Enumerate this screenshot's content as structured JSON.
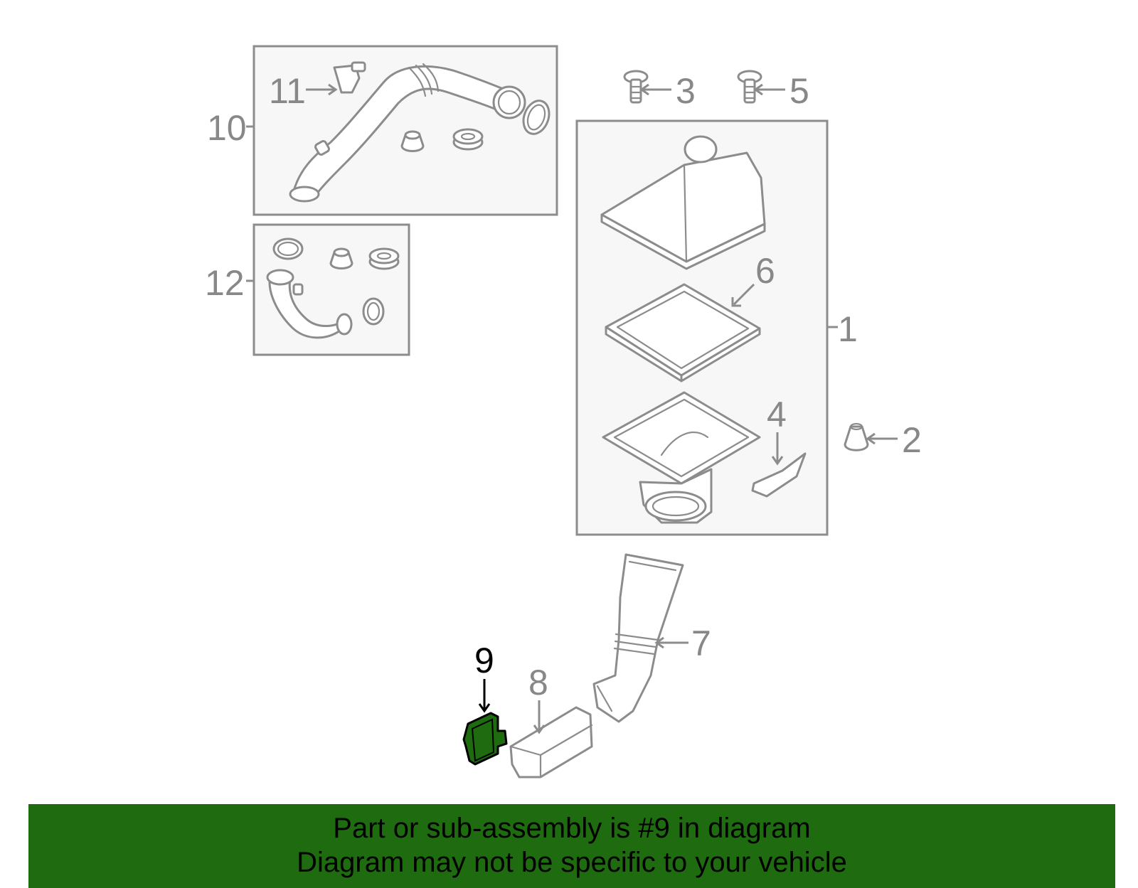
{
  "callouts": {
    "c1": "1",
    "c2": "2",
    "c3": "3",
    "c4": "4",
    "c5": "5",
    "c6": "6",
    "c7": "7",
    "c8": "8",
    "c9": "9",
    "c10": "10",
    "c11": "11",
    "c12": "12"
  },
  "highlight": {
    "part_number": "9",
    "color": "#1e6b10"
  },
  "banner": {
    "line1": "Part or sub-assembly is #9 in diagram",
    "line2": "Diagram may not be specific to your vehicle",
    "color": "#1e6b10"
  }
}
